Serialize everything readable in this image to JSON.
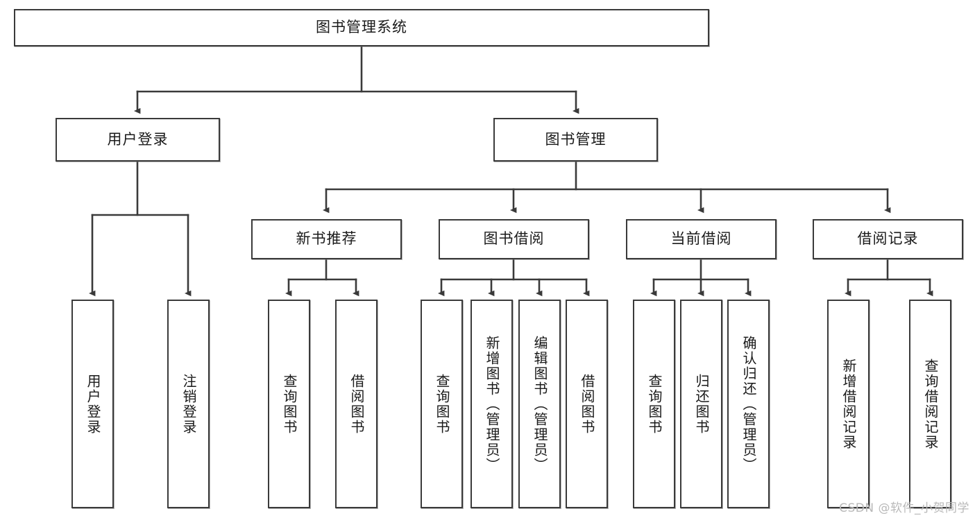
{
  "diagram": {
    "title": "图书管理系统",
    "watermark": "CSDN @软件_小贺同学",
    "colors": {
      "box_border": "#3a3a3a",
      "box_fill": "#ffffff",
      "connector": "#3a3a3a",
      "text": "#1a1a1a",
      "watermark": "#b9b9b9"
    },
    "root": {
      "label": "图书管理系统"
    },
    "level2": [
      {
        "label": "用户登录"
      },
      {
        "label": "图书管理"
      }
    ],
    "level3": [
      {
        "label": "新书推荐"
      },
      {
        "label": "图书借阅"
      },
      {
        "label": "当前借阅"
      },
      {
        "label": "借阅记录"
      }
    ],
    "leaves": {
      "user_login": [
        {
          "label": "用户登录"
        },
        {
          "label": "注销登录"
        }
      ],
      "new_book": [
        {
          "label": "查询图书"
        },
        {
          "label": "借阅图书"
        }
      ],
      "book_borrow": [
        {
          "label": "查询图书"
        },
        {
          "label": "新增图书（管理员）"
        },
        {
          "label": "编辑图书（管理员）"
        },
        {
          "label": "借阅图书"
        }
      ],
      "current_borrow": [
        {
          "label": "查询图书"
        },
        {
          "label": "归还图书"
        },
        {
          "label": "确认归还（管理员）"
        }
      ],
      "borrow_record": [
        {
          "label": "新增借阅记录"
        },
        {
          "label": "查询借阅记录"
        }
      ]
    }
  }
}
